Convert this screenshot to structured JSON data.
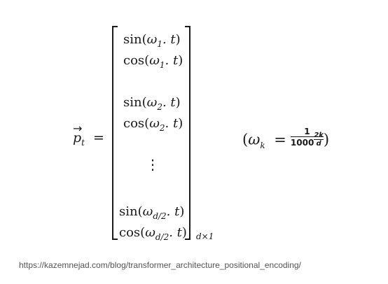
{
  "formula": {
    "lhs_symbol": "p",
    "lhs_subscript": "t",
    "lhs_arrow": "→",
    "equals": "=",
    "vector_entries": [
      {
        "func": "sin",
        "var": "ω",
        "sub": "1",
        "arg": ". t"
      },
      {
        "func": "cos",
        "var": "ω",
        "sub": "1",
        "arg": ". t"
      },
      {
        "func": "sin",
        "var": "ω",
        "sub": "2",
        "arg": ". t"
      },
      {
        "func": "cos",
        "var": "ω",
        "sub": "2",
        "arg": ". t"
      },
      {
        "func": "sin",
        "var": "ω",
        "sub": "d/2",
        "arg": ". t"
      },
      {
        "func": "cos",
        "var": "ω",
        "sub": "d/2",
        "arg": ". t"
      }
    ],
    "vdots": "⋮",
    "dimension": "d×1",
    "rhs": {
      "open": "(",
      "var": "ω",
      "sub": "k",
      "equals": "=",
      "numerator": "1",
      "base": "1000",
      "exp_numerator": "2k",
      "exp_denominator": "d",
      "close": ")"
    }
  },
  "source_url": "https://kazemnejad.com/blog/transformer_architecture_positional_encoding/"
}
